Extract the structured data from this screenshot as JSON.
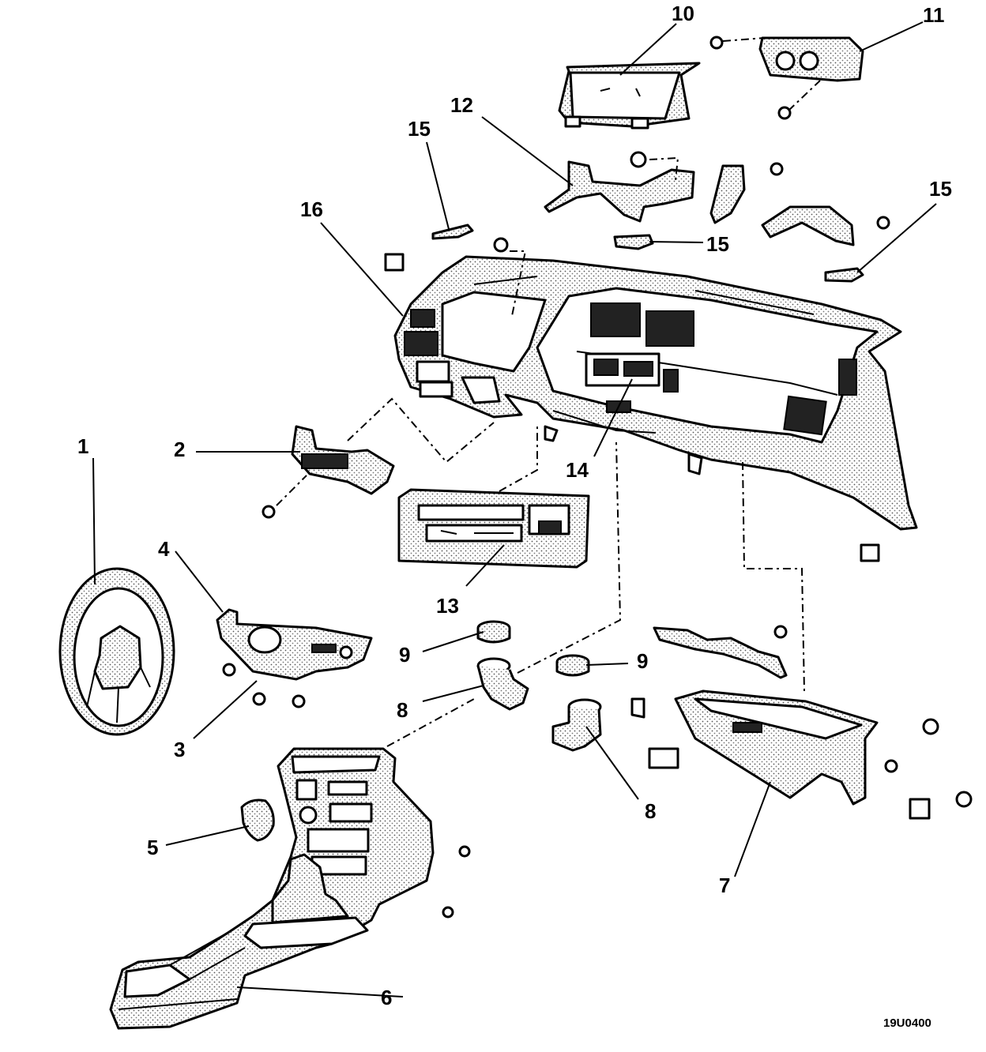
{
  "callouts": [
    {
      "id": "1",
      "label": "1"
    },
    {
      "id": "2",
      "label": "2"
    },
    {
      "id": "3",
      "label": "3"
    },
    {
      "id": "4",
      "label": "4"
    },
    {
      "id": "5",
      "label": "5"
    },
    {
      "id": "6",
      "label": "6"
    },
    {
      "id": "7",
      "label": "7"
    },
    {
      "id": "8a",
      "label": "8"
    },
    {
      "id": "8b",
      "label": "8"
    },
    {
      "id": "9a",
      "label": "9"
    },
    {
      "id": "9b",
      "label": "9"
    },
    {
      "id": "10",
      "label": "10"
    },
    {
      "id": "11",
      "label": "11"
    },
    {
      "id": "12",
      "label": "12"
    },
    {
      "id": "13",
      "label": "13"
    },
    {
      "id": "14",
      "label": "14"
    },
    {
      "id": "15a",
      "label": "15"
    },
    {
      "id": "15b",
      "label": "15"
    },
    {
      "id": "15c",
      "label": "15"
    },
    {
      "id": "16",
      "label": "16"
    }
  ],
  "drawing_code": "19U0400"
}
